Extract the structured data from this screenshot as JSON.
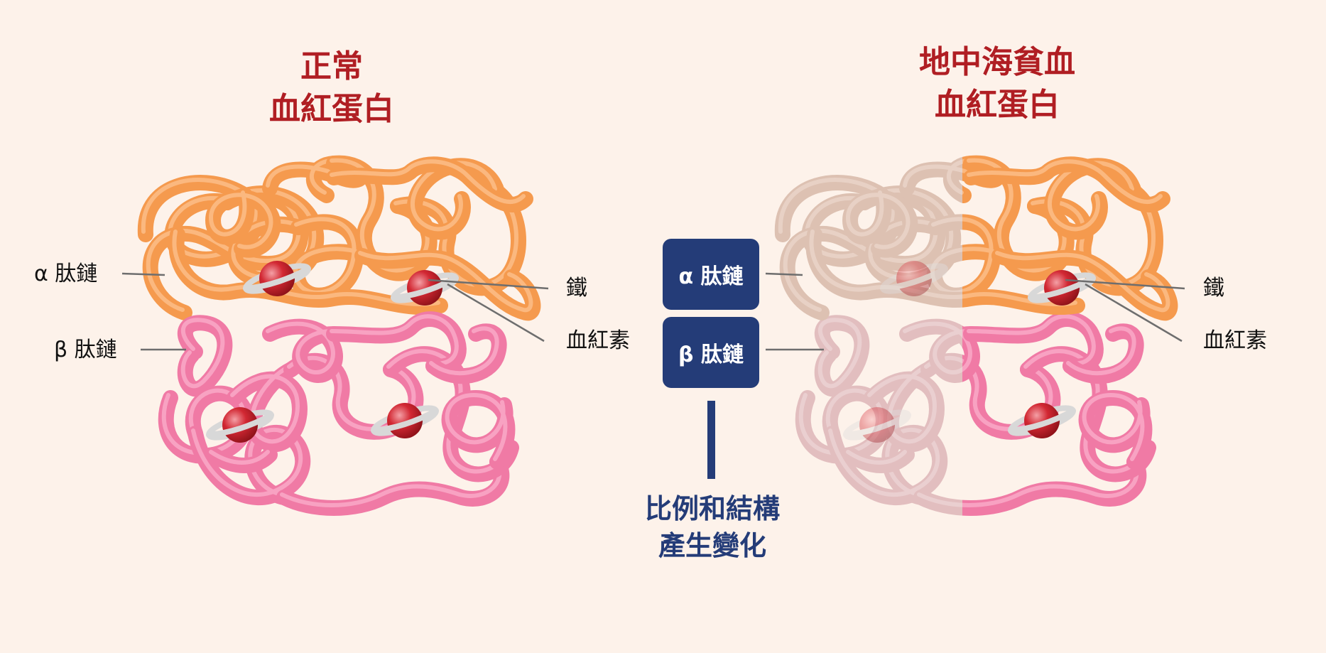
{
  "normal": {
    "title_line1": "正常",
    "title_line2": "血紅蛋白",
    "alpha_label": "α 肽鏈",
    "beta_label": "β 肽鏈",
    "iron_label": "鐵",
    "heme_label": "血紅素"
  },
  "thalassemia": {
    "title_line1": "地中海貧血",
    "title_line2": "血紅蛋白",
    "iron_label": "鐵",
    "heme_label": "血紅素"
  },
  "center": {
    "alpha_badge": "α 肽鏈",
    "beta_badge": "β 肽鏈",
    "change_line1": "比例和結構",
    "change_line2": "產生變化"
  },
  "colors": {
    "background": "#FDF2EA",
    "title": "#B01E23",
    "alpha_chain": "#F59A4E",
    "beta_chain": "#F07AA5",
    "faded_alpha": "#D7B9A8",
    "faded_beta": "#DDB5B8",
    "heme": "#D22833",
    "badge": "#243C78"
  }
}
